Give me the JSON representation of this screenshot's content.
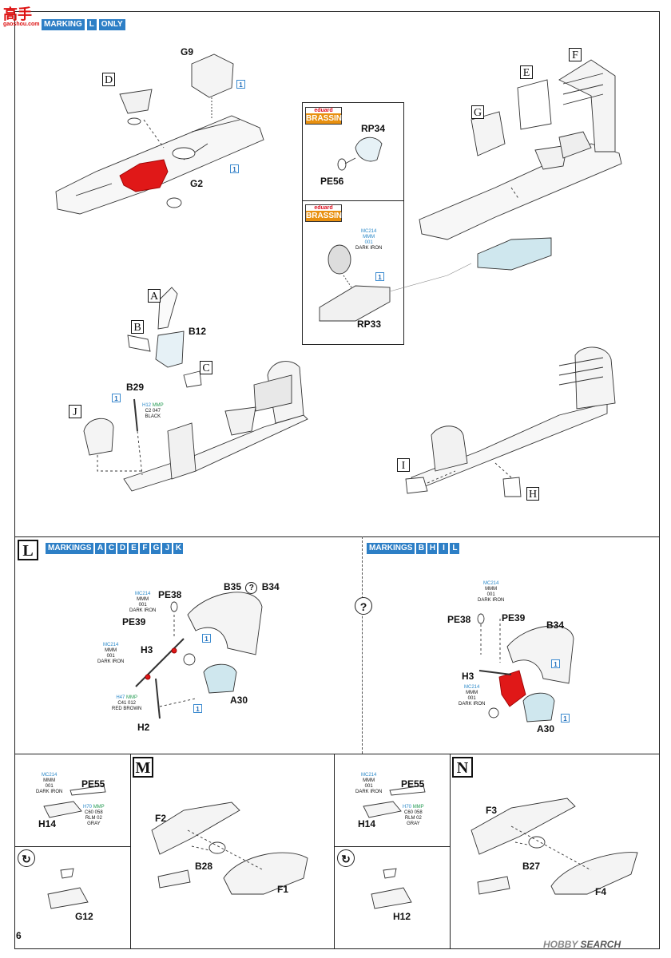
{
  "header": {
    "logo_text": "高手",
    "logo_sub": "gaoshou.com",
    "marking_prefix": "MARKING",
    "marking_letter": "L",
    "marking_suffix": "ONLY"
  },
  "top_left": {
    "G9": "G9",
    "D": "D",
    "G2": "G2"
  },
  "brassin_box": {
    "eduard": "eduard",
    "brassin": "BRASSIN",
    "RP34": "RP34",
    "PE56": "PE56",
    "RP33": "RP33",
    "paint": {
      "code": "MC214",
      "line2": "MMM",
      "line3": "001",
      "name": "DARK IRON"
    }
  },
  "top_right": {
    "F": "F",
    "E": "E",
    "G": "G"
  },
  "mid_left": {
    "A": "A",
    "B": "B",
    "B12": "B12",
    "C": "C",
    "B29": "B29",
    "J": "J",
    "paint": {
      "code": "H12",
      "line2": "MMP",
      "line3": "C2",
      "line4": "047",
      "name": "BLACK"
    }
  },
  "mid_right": {
    "I": "I",
    "H": "H"
  },
  "qty": "1",
  "section_L": {
    "step": "L",
    "markings_label": "MARKINGS",
    "markings": [
      "A",
      "C",
      "D",
      "E",
      "F",
      "G",
      "J",
      "K"
    ],
    "parts": {
      "PE38": "PE38",
      "PE39": "PE39",
      "H3": "H3",
      "H2": "H2",
      "B35_B34": "B35",
      "B34": "B34",
      "A30": "A30"
    },
    "paint_dark_iron": {
      "code": "MC214",
      "line2": "MMM",
      "line3": "001",
      "name": "DARK IRON"
    },
    "paint_red_brown": {
      "code": "H47",
      "line2": "MMP",
      "line3": "C41",
      "line4": "012",
      "name": "RED BROWN"
    }
  },
  "section_right": {
    "markings_label": "MARKINGS",
    "markings": [
      "B",
      "H",
      "I",
      "L"
    ],
    "parts": {
      "PE38": "PE38",
      "PE39": "PE39",
      "H3": "H3",
      "B34": "B34",
      "A30": "A30"
    },
    "paint_dark_iron": {
      "code": "MC214",
      "line2": "MMM",
      "line3": "001",
      "name": "DARK IRON"
    }
  },
  "question_mark": "?",
  "section_M": {
    "step": "M",
    "parts": {
      "PE55": "PE55",
      "H14": "H14",
      "F2": "F2",
      "B28": "B28",
      "F1": "F1",
      "G12": "G12"
    },
    "paint_dark_iron": {
      "code": "MC214",
      "line2": "MMM",
      "line3": "001",
      "name": "DARK IRON"
    },
    "paint_gray": {
      "code": "H70",
      "line2": "MMP",
      "line3": "C60",
      "line4": "058",
      "name": "RLM 02",
      "name2": "GRAY"
    }
  },
  "section_N": {
    "step": "N",
    "parts": {
      "PE55": "PE55",
      "H14": "H14",
      "F3": "F3",
      "B27": "B27",
      "F4": "F4",
      "H12": "H12"
    },
    "paint_dark_iron": {
      "code": "MC214",
      "line2": "MMM",
      "line3": "001",
      "name": "DARK IRON"
    },
    "paint_gray": {
      "code": "H70",
      "line2": "MMP",
      "line3": "C60",
      "line4": "058",
      "name": "RLM 02",
      "name2": "GRAY"
    }
  },
  "footer": {
    "page_number": "6",
    "watermark_brand": "HOBBY",
    "watermark_suffix": "SEARCH"
  },
  "colors": {
    "blue_label": "#2d7fc6",
    "red_part": "#e01818",
    "brassin_orange": "#e89010"
  }
}
